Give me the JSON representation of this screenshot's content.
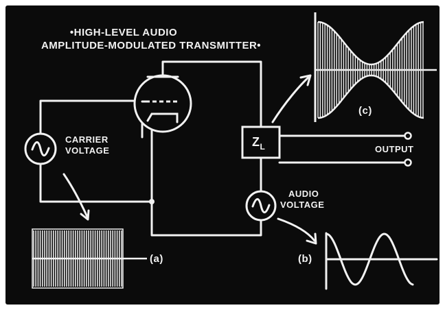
{
  "diagram": {
    "title_line1": "•HIGH-LEVEL AUDIO",
    "title_line2": "AMPLITUDE-MODULATED TRANSMITTER•",
    "carrier_label_1": "CARRIER",
    "carrier_label_2": "VOLTAGE",
    "audio_label_1": "AUDIO",
    "audio_label_2": "VOLTAGE",
    "output_label": "OUTPUT",
    "load_label": "Z",
    "load_subscript": "L",
    "waveform_a_label": "(a)",
    "waveform_b_label": "(b)",
    "waveform_c_label": "(c)"
  },
  "colors": {
    "background": "#0b0b0b",
    "lines": "#f2f2f2",
    "frame": "#ffffff"
  }
}
